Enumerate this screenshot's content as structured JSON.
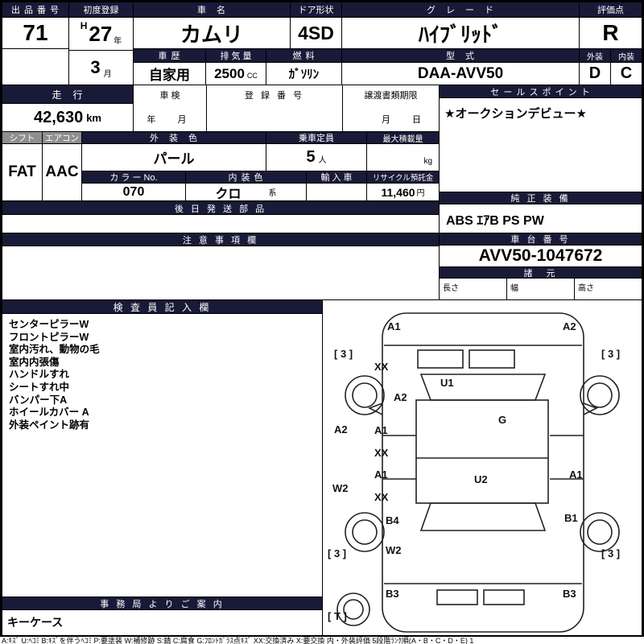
{
  "top": {
    "lot_label": "出 品 番 号",
    "lot_value": "71",
    "first_reg_label": "初度登録",
    "first_reg_era": "H",
    "first_reg_year": "27",
    "first_reg_year_unit": "年",
    "first_reg_month": "3",
    "first_reg_month_unit": "月",
    "car_name_label": "車　名",
    "car_name": "カムリ",
    "door_label": "ドア形状",
    "door_value": "4SD",
    "grade_label": "グ　レ　ー　ド",
    "grade_value": "ﾊｲﾌﾞﾘｯﾄﾞ",
    "score_label": "評価点",
    "score_value": "R",
    "history_label": "車 歴",
    "history_value": "自家用",
    "displacement_label": "排 気 量",
    "displacement_value": "2500",
    "displacement_unit": "CC",
    "fuel_label": "燃 料",
    "fuel_value": "ｶﾞｿﾘﾝ",
    "model_label": "型　式",
    "model_value": "DAA-AVV50",
    "exterior_label": "外装",
    "exterior_value": "D",
    "interior_label": "内装",
    "interior_value": "C"
  },
  "reg": {
    "mileage_label": "走　行",
    "mileage_value": "42,630",
    "mileage_unit": "km",
    "inspection_label": "車 検",
    "inspection_units": "年　月",
    "reg_no_label": "登 録 番 号",
    "transfer_label": "譲渡書類期限",
    "transfer_units": "月　日",
    "sales_label": "セ ー ル ス ポ イ ン ト",
    "sales_value": "★オークションデビュー★"
  },
  "equip": {
    "shift_label": "シフト",
    "shift_value": "FAT",
    "aircon_label": "エアコン",
    "aircon_value": "AAC",
    "ext_color_label": "外　装　色",
    "ext_color_value": "パール",
    "capacity_label": "乗車定員",
    "capacity_value": "5",
    "capacity_unit": "人",
    "max_load_label": "最大積載量",
    "max_load_unit": "kg",
    "color_no_label": "カ ラ ー No.",
    "color_no_value": "070",
    "int_color_label": "内 装 色",
    "int_color_value": "クロ",
    "int_color_unit": "系",
    "import_label": "輸 入 車",
    "recycle_label": "リサイクル預託金",
    "recycle_value": "11,460",
    "recycle_unit": "円"
  },
  "sections": {
    "later_parts_label": "後 日 発 送 部 品",
    "genuine_label": "純 正 装 備",
    "genuine_value": "ABS ｴｱB PS PW",
    "notes_label": "注 意 事 項 欄",
    "chassis_label": "車 台 番 号",
    "chassis_value": "AVV50-1047672",
    "spec_label": "諸　元",
    "spec_length_label": "長さ",
    "spec_width_label": "幅",
    "spec_height_label": "高さ",
    "inspector_label": "検 査 員 記 入 欄",
    "office_label": "事 務 局 よ り ご 案 内",
    "office_value": "キーケース"
  },
  "inspector_items": [
    "センターピラーW",
    "フロントピラーW",
    "室内汚れ、動物の毛",
    "室内内張傷",
    "ハンドルすれ",
    "シートすれ中",
    "バンパー下A",
    "ホイールカバー A",
    "外装ペイント跡有"
  ],
  "diagram_marks": [
    "A1",
    "A2",
    "[ 3 ]",
    "[ 3 ]",
    "XX",
    "U1",
    "A2",
    "A2",
    "A1",
    "XX",
    "G",
    "A1",
    "U2",
    "A1",
    "XX",
    "W2",
    "B4",
    "B1",
    "W2",
    "[ 3 ]",
    "[ 3 ]",
    "B3",
    "B3",
    "[ T ]"
  ],
  "legend": "A:ｷｽﾞ  U:ﾍｺﾐ  B:ｷｽﾞを伴うﾍｺﾐ  P:要塗装  W:補修跡  S:錆  C:腐食  G:ﾌﾛﾝﾄｶﾞﾗｽ点ｷｽﾞ  XX:交換済み  X:要交換   内・外装評価  5段階ﾗﾝｸ順(A・B・C・D・E)  1"
}
